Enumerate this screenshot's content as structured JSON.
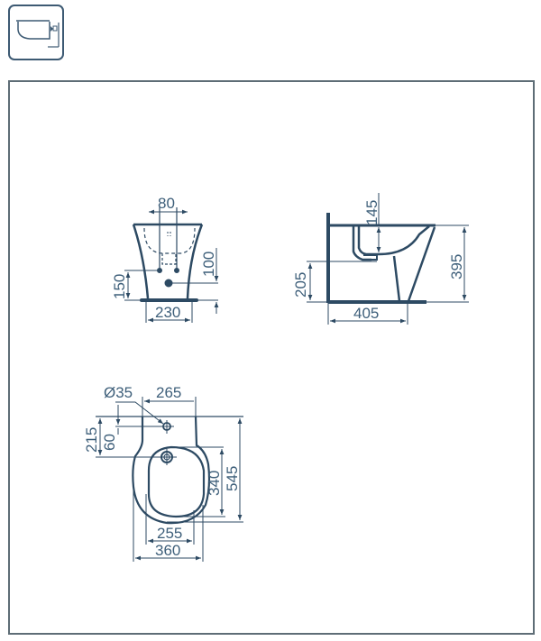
{
  "header": {
    "product_icon": "wall-hung-bidet-side-icon"
  },
  "colors": {
    "line": "#2d4a63",
    "dimension_text": "#3e5f7a",
    "frame_border": "#5e6d76",
    "background": "#ffffff"
  },
  "front_view": {
    "dims": {
      "top_width": "80",
      "height_left": "150",
      "height_right": "100",
      "base_width": "230"
    }
  },
  "side_view": {
    "dims": {
      "top_depth": "145",
      "height_left": "205",
      "height_right": "395",
      "base_length": "405"
    }
  },
  "top_view": {
    "dims": {
      "hole_diameter": "Ø35",
      "top_width": "265",
      "left_outer": "215",
      "left_inner": "60",
      "right_inner": "340",
      "right_outer": "545",
      "bottom_inner": "255",
      "bottom_outer": "360"
    }
  }
}
